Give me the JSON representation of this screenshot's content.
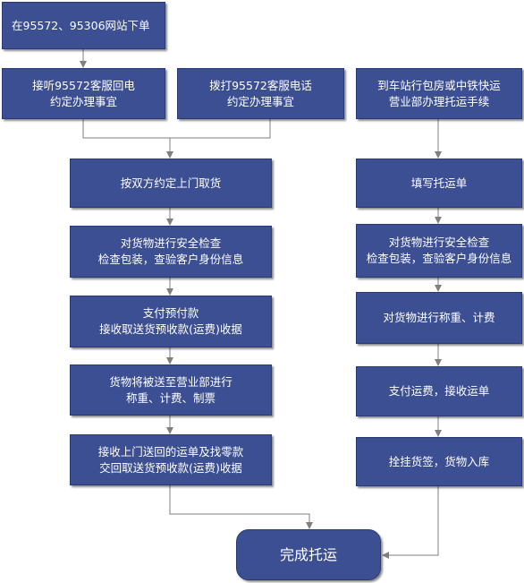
{
  "nodes": {
    "start": [
      "在95572、95306网站下单"
    ],
    "callback": [
      "接听95572客服回电",
      "约定办理事宜"
    ],
    "dial": [
      "拨打95572客服电话",
      "约定办理事宜"
    ],
    "station": [
      "到车站行包房或中铁快运",
      "营业部办理托运手续"
    ],
    "pickup": [
      "按双方约定上门取货"
    ],
    "check_left": [
      "对货物进行安全检查",
      "检查包装，查验客户身份信息"
    ],
    "prepay": [
      "支付预付款",
      "接收取送货预收款(运费)收据"
    ],
    "sent": [
      "货物将被送至营业部进行",
      "称重、计费、制票"
    ],
    "receive": [
      "接收上门送回的运单及找零款",
      "交回取送货预收款(运费)收据"
    ],
    "fill": [
      "填写托运单"
    ],
    "check_right": [
      "对货物进行安全检查",
      "检查包装，查验客户身份信息"
    ],
    "weigh": [
      "对货物进行称重、计费"
    ],
    "pay": [
      "支付运费，接收运单"
    ],
    "tag": [
      "拴挂货签，货物入库"
    ],
    "done": [
      "完成托运"
    ]
  },
  "colors": {
    "box": "#3c4f92",
    "box_text": "#ffffff",
    "line": "#7f7f7f"
  }
}
